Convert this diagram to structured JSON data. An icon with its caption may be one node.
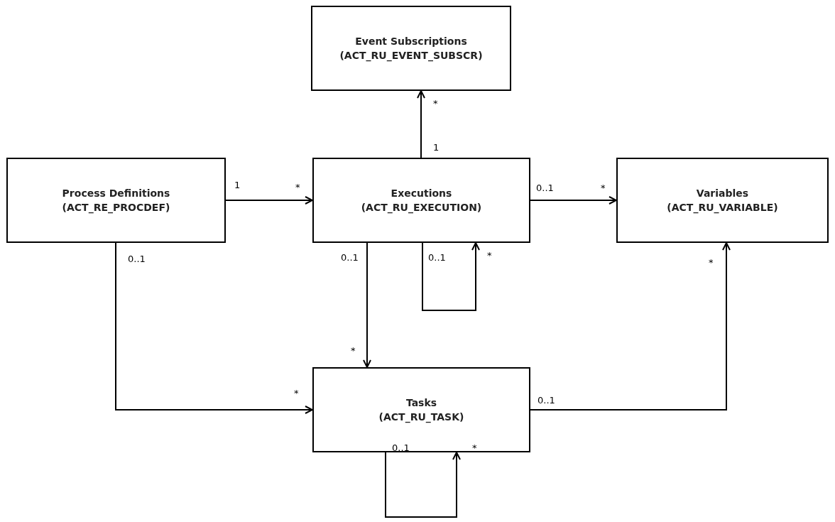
{
  "diagram": {
    "nodes": [
      {
        "text": [
          "Event Subscriptions",
          "(ACT_RU_EVENT_SUBSCR)"
        ]
      },
      {
        "text": [
          "Process Definitions",
          "(ACT_RE_PROCDEF)"
        ]
      },
      {
        "text": [
          "Executions",
          "(ACT_RU_EXECUTION)"
        ]
      },
      {
        "text": [
          "Variables",
          "(ACT_RU_VARIABLE)"
        ]
      },
      {
        "text": [
          "Tasks",
          "(ACT_RU_TASK)"
        ]
      }
    ],
    "edges": [
      {
        "from": 2,
        "to": 0,
        "arrow": "to"
      },
      {
        "from": 1,
        "to": 2,
        "arrow": "to"
      },
      {
        "from": 2,
        "to": 3,
        "arrow": "to"
      },
      {
        "from": 2,
        "to": 2,
        "arrow": "to"
      },
      {
        "from": 2,
        "to": 4,
        "arrow": "to"
      },
      {
        "from": 1,
        "to": 4,
        "arrow": "to"
      },
      {
        "from": 4,
        "to": 3,
        "arrow": "to"
      },
      {
        "from": 4,
        "to": 4,
        "arrow": "to"
      }
    ],
    "labels": [
      "*",
      "1",
      "1",
      "*",
      "0..1",
      "*",
      "0..1",
      "0..1",
      "0..1",
      "*",
      "*",
      "*",
      "*",
      "0..1",
      "0..1",
      "*"
    ]
  }
}
